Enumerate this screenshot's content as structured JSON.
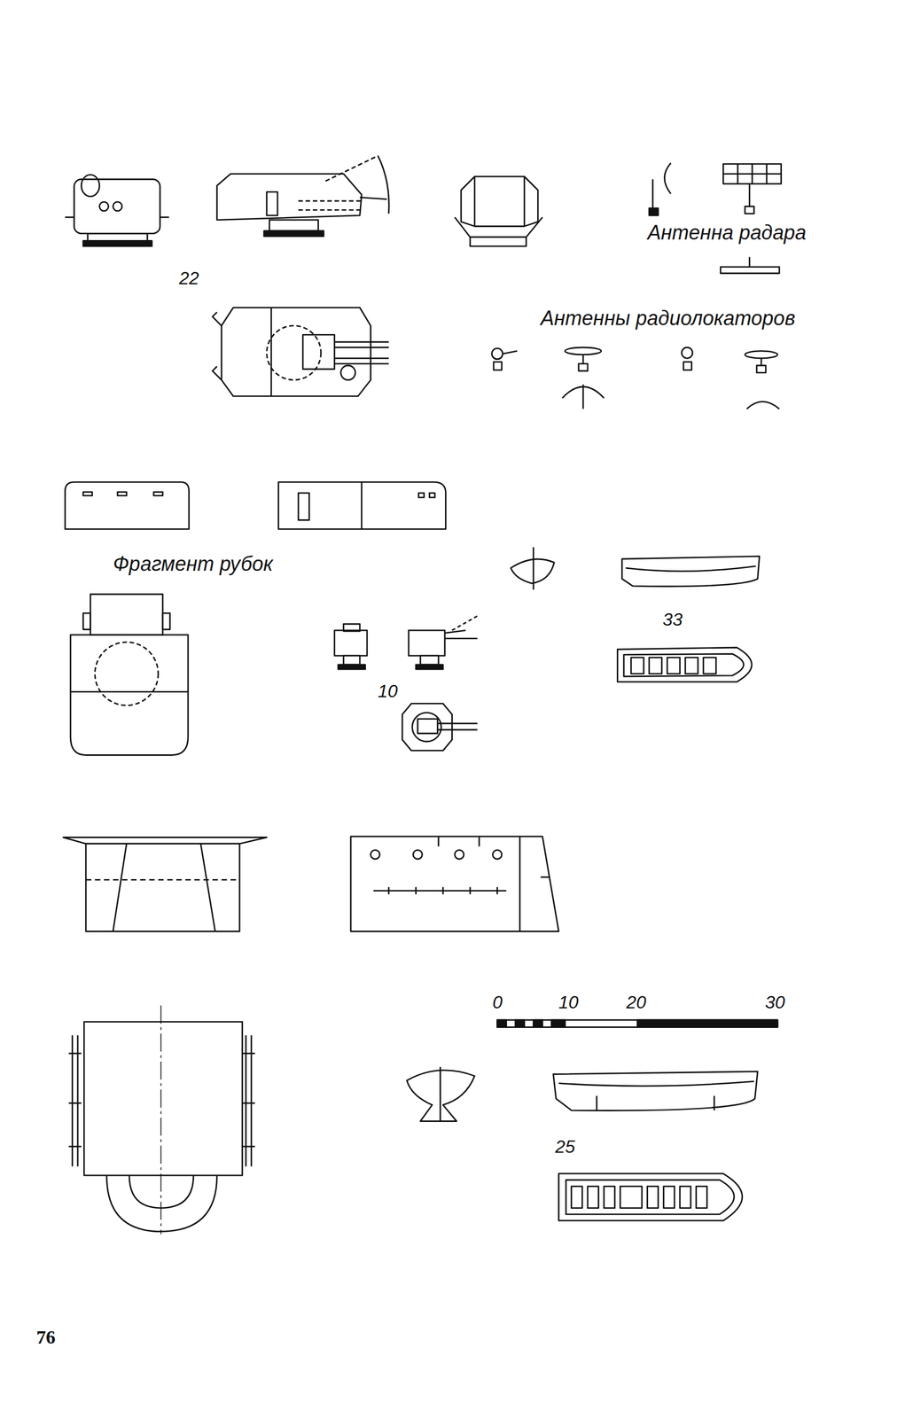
{
  "diagram": {
    "labels": [
      "22",
      "Антенна радара",
      "Антенны радиолокаторов",
      "Фрагмент рубок",
      "33",
      "10",
      "0",
      "10",
      "20",
      "30",
      "25",
      "76"
    ]
  }
}
